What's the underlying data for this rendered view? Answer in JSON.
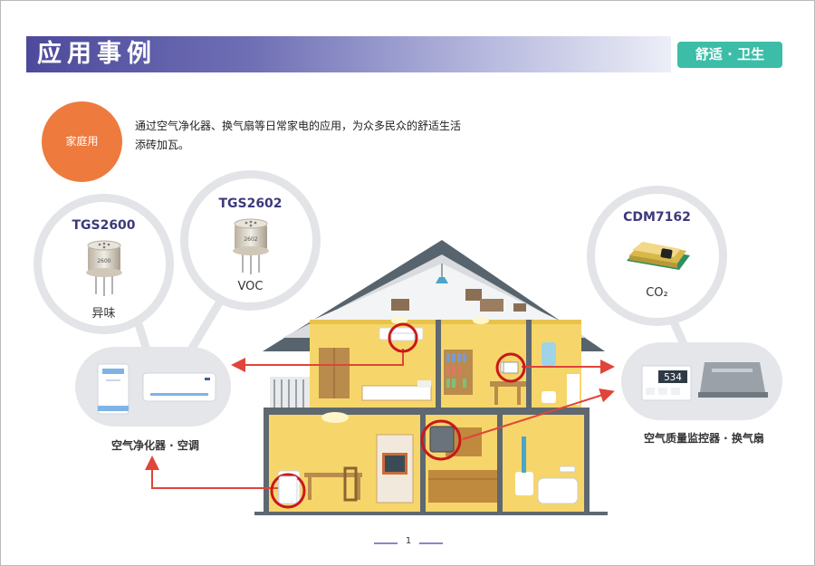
{
  "header": {
    "title": "应用事例",
    "tag": "舒适 · 卫生"
  },
  "intro": {
    "circle_label": "家庭用",
    "description": "通过空气净化器、换气扇等日常家电的应用，为众多民众的舒适生活添砖加瓦。"
  },
  "sensors": [
    {
      "name": "TGS2600",
      "label": "异味"
    },
    {
      "name": "TGS2602",
      "label": "VOC"
    },
    {
      "name": "CDM7162",
      "label": "CO₂"
    }
  ],
  "sensor_marks": [
    "2600",
    "2602"
  ],
  "module_display": "534",
  "captions": {
    "left": "空气净化器 · 空调",
    "right": "空气质量监控器 · 换气扇"
  },
  "footer": {
    "page_number": "1"
  },
  "colors": {
    "accent": "#4d4a9b",
    "tag": "#3cbda7",
    "orange": "#ee7a3e",
    "arrow": "#e0443a",
    "ring": "#c9171e",
    "house_wall": "#f6d66a",
    "roof": "#57636d"
  }
}
